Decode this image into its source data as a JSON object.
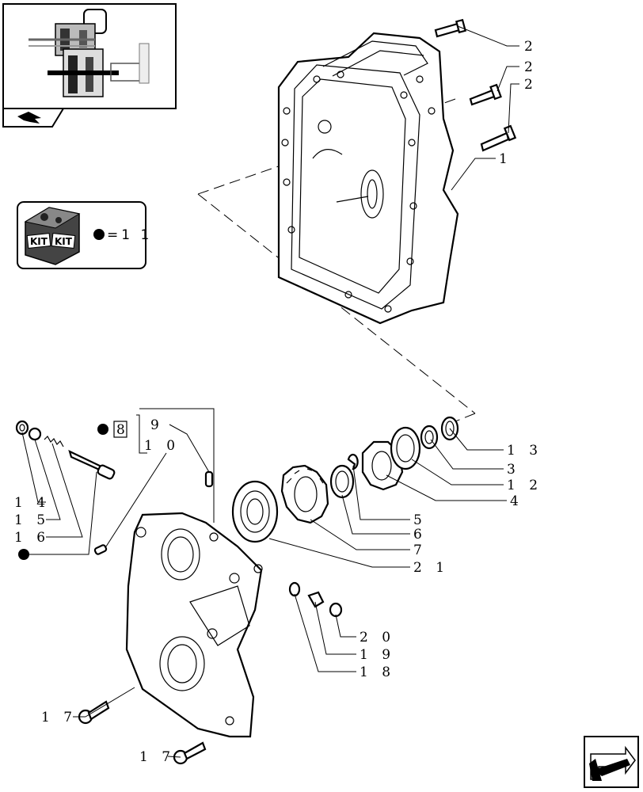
{
  "kit": {
    "badge_text_1": "KIT",
    "badge_text_2": "KIT",
    "equals_label": "=1 1"
  },
  "selective_box": {
    "number": "8",
    "item_a": "9",
    "item_b": "1 0"
  },
  "callouts": [
    {
      "id": "c2a",
      "text": "2"
    },
    {
      "id": "c2b",
      "text": "2"
    },
    {
      "id": "c2c",
      "text": "2"
    },
    {
      "id": "c1",
      "text": "1"
    },
    {
      "id": "c13",
      "text": "1 3"
    },
    {
      "id": "c3",
      "text": "3"
    },
    {
      "id": "c12",
      "text": "1 2"
    },
    {
      "id": "c4",
      "text": "4"
    },
    {
      "id": "c5",
      "text": "5"
    },
    {
      "id": "c6",
      "text": "6"
    },
    {
      "id": "c7",
      "text": "7"
    },
    {
      "id": "c21",
      "text": "2 1"
    },
    {
      "id": "c20",
      "text": "2 0"
    },
    {
      "id": "c19",
      "text": "1 9"
    },
    {
      "id": "c18",
      "text": "1 8"
    },
    {
      "id": "c14",
      "text": "1 4"
    },
    {
      "id": "c15",
      "text": "1 5"
    },
    {
      "id": "c16",
      "text": "1 6"
    },
    {
      "id": "c17a",
      "text": "1 7"
    },
    {
      "id": "c17b",
      "text": "1 7"
    }
  ],
  "icons": {
    "thumbnail": "assembly-thumbnail-icon",
    "back": "back-arrow-icon",
    "next": "next-arrow-icon",
    "kit": "kit-box-icon"
  }
}
